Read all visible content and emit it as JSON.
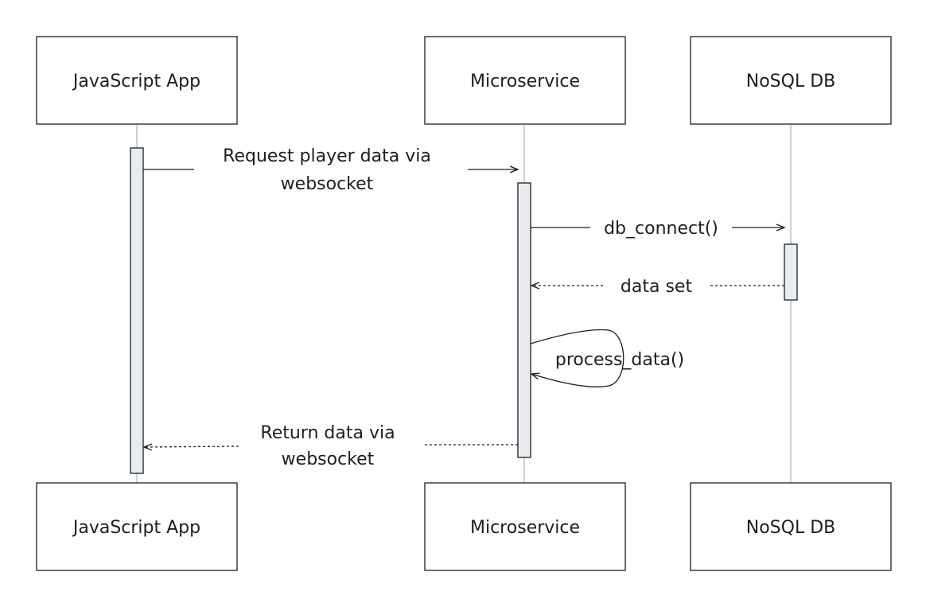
{
  "participants": {
    "app": "JavaScript App",
    "service": "Microservice",
    "db": "NoSQL DB"
  },
  "messages": {
    "request_line1": "Request player data via",
    "request_line2": "websocket",
    "db_connect": "db_connect()",
    "data_set": "data set",
    "process": "process_data()",
    "return_line1": "Return data via",
    "return_line2": "websocket"
  },
  "colors": {
    "stroke": "#1e1e1e",
    "lifeline": "#b0b0b0",
    "activation_fill": "#e9ecef",
    "background": "#ffffff"
  }
}
